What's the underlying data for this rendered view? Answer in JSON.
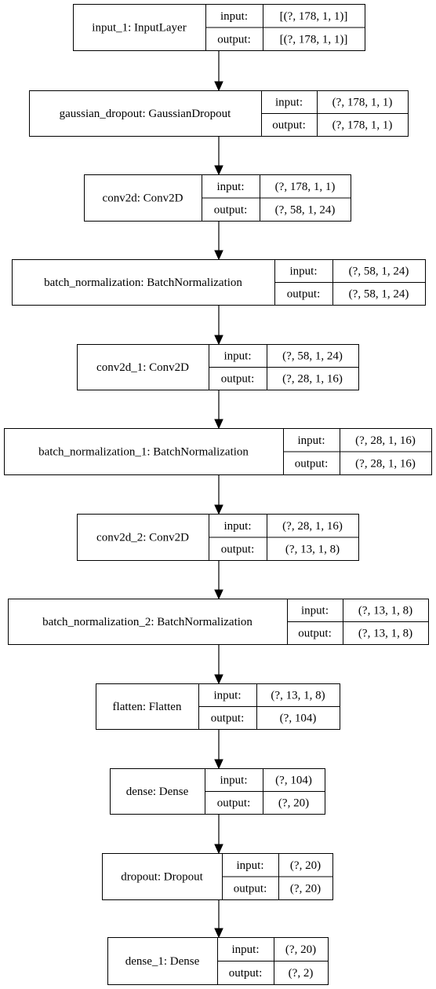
{
  "layers": [
    {
      "name": "input_1: InputLayer",
      "input_label": "input:",
      "output_label": "output:",
      "input_shape": "[(?, 178, 1, 1)]",
      "output_shape": "[(?, 178, 1, 1)]"
    },
    {
      "name": "gaussian_dropout: GaussianDropout",
      "input_label": "input:",
      "output_label": "output:",
      "input_shape": "(?, 178, 1, 1)",
      "output_shape": "(?, 178, 1, 1)"
    },
    {
      "name": "conv2d: Conv2D",
      "input_label": "input:",
      "output_label": "output:",
      "input_shape": "(?, 178, 1, 1)",
      "output_shape": "(?, 58, 1, 24)"
    },
    {
      "name": "batch_normalization: BatchNormalization",
      "input_label": "input:",
      "output_label": "output:",
      "input_shape": "(?, 58, 1, 24)",
      "output_shape": "(?, 58, 1, 24)"
    },
    {
      "name": "conv2d_1: Conv2D",
      "input_label": "input:",
      "output_label": "output:",
      "input_shape": "(?, 58, 1, 24)",
      "output_shape": "(?, 28, 1, 16)"
    },
    {
      "name": "batch_normalization_1: BatchNormalization",
      "input_label": "input:",
      "output_label": "output:",
      "input_shape": "(?, 28, 1, 16)",
      "output_shape": "(?, 28, 1, 16)"
    },
    {
      "name": "conv2d_2: Conv2D",
      "input_label": "input:",
      "output_label": "output:",
      "input_shape": "(?, 28, 1, 16)",
      "output_shape": "(?, 13, 1, 8)"
    },
    {
      "name": "batch_normalization_2: BatchNormalization",
      "input_label": "input:",
      "output_label": "output:",
      "input_shape": "(?, 13, 1, 8)",
      "output_shape": "(?, 13, 1, 8)"
    },
    {
      "name": "flatten: Flatten",
      "input_label": "input:",
      "output_label": "output:",
      "input_shape": "(?, 13, 1, 8)",
      "output_shape": "(?, 104)"
    },
    {
      "name": "dense: Dense",
      "input_label": "input:",
      "output_label": "output:",
      "input_shape": "(?, 104)",
      "output_shape": "(?, 20)"
    },
    {
      "name": "dropout: Dropout",
      "input_label": "input:",
      "output_label": "output:",
      "input_shape": "(?, 20)",
      "output_shape": "(?, 20)"
    },
    {
      "name": "dense_1: Dense",
      "input_label": "input:",
      "output_label": "output:",
      "input_shape": "(?, 20)",
      "output_shape": "(?, 2)"
    }
  ]
}
